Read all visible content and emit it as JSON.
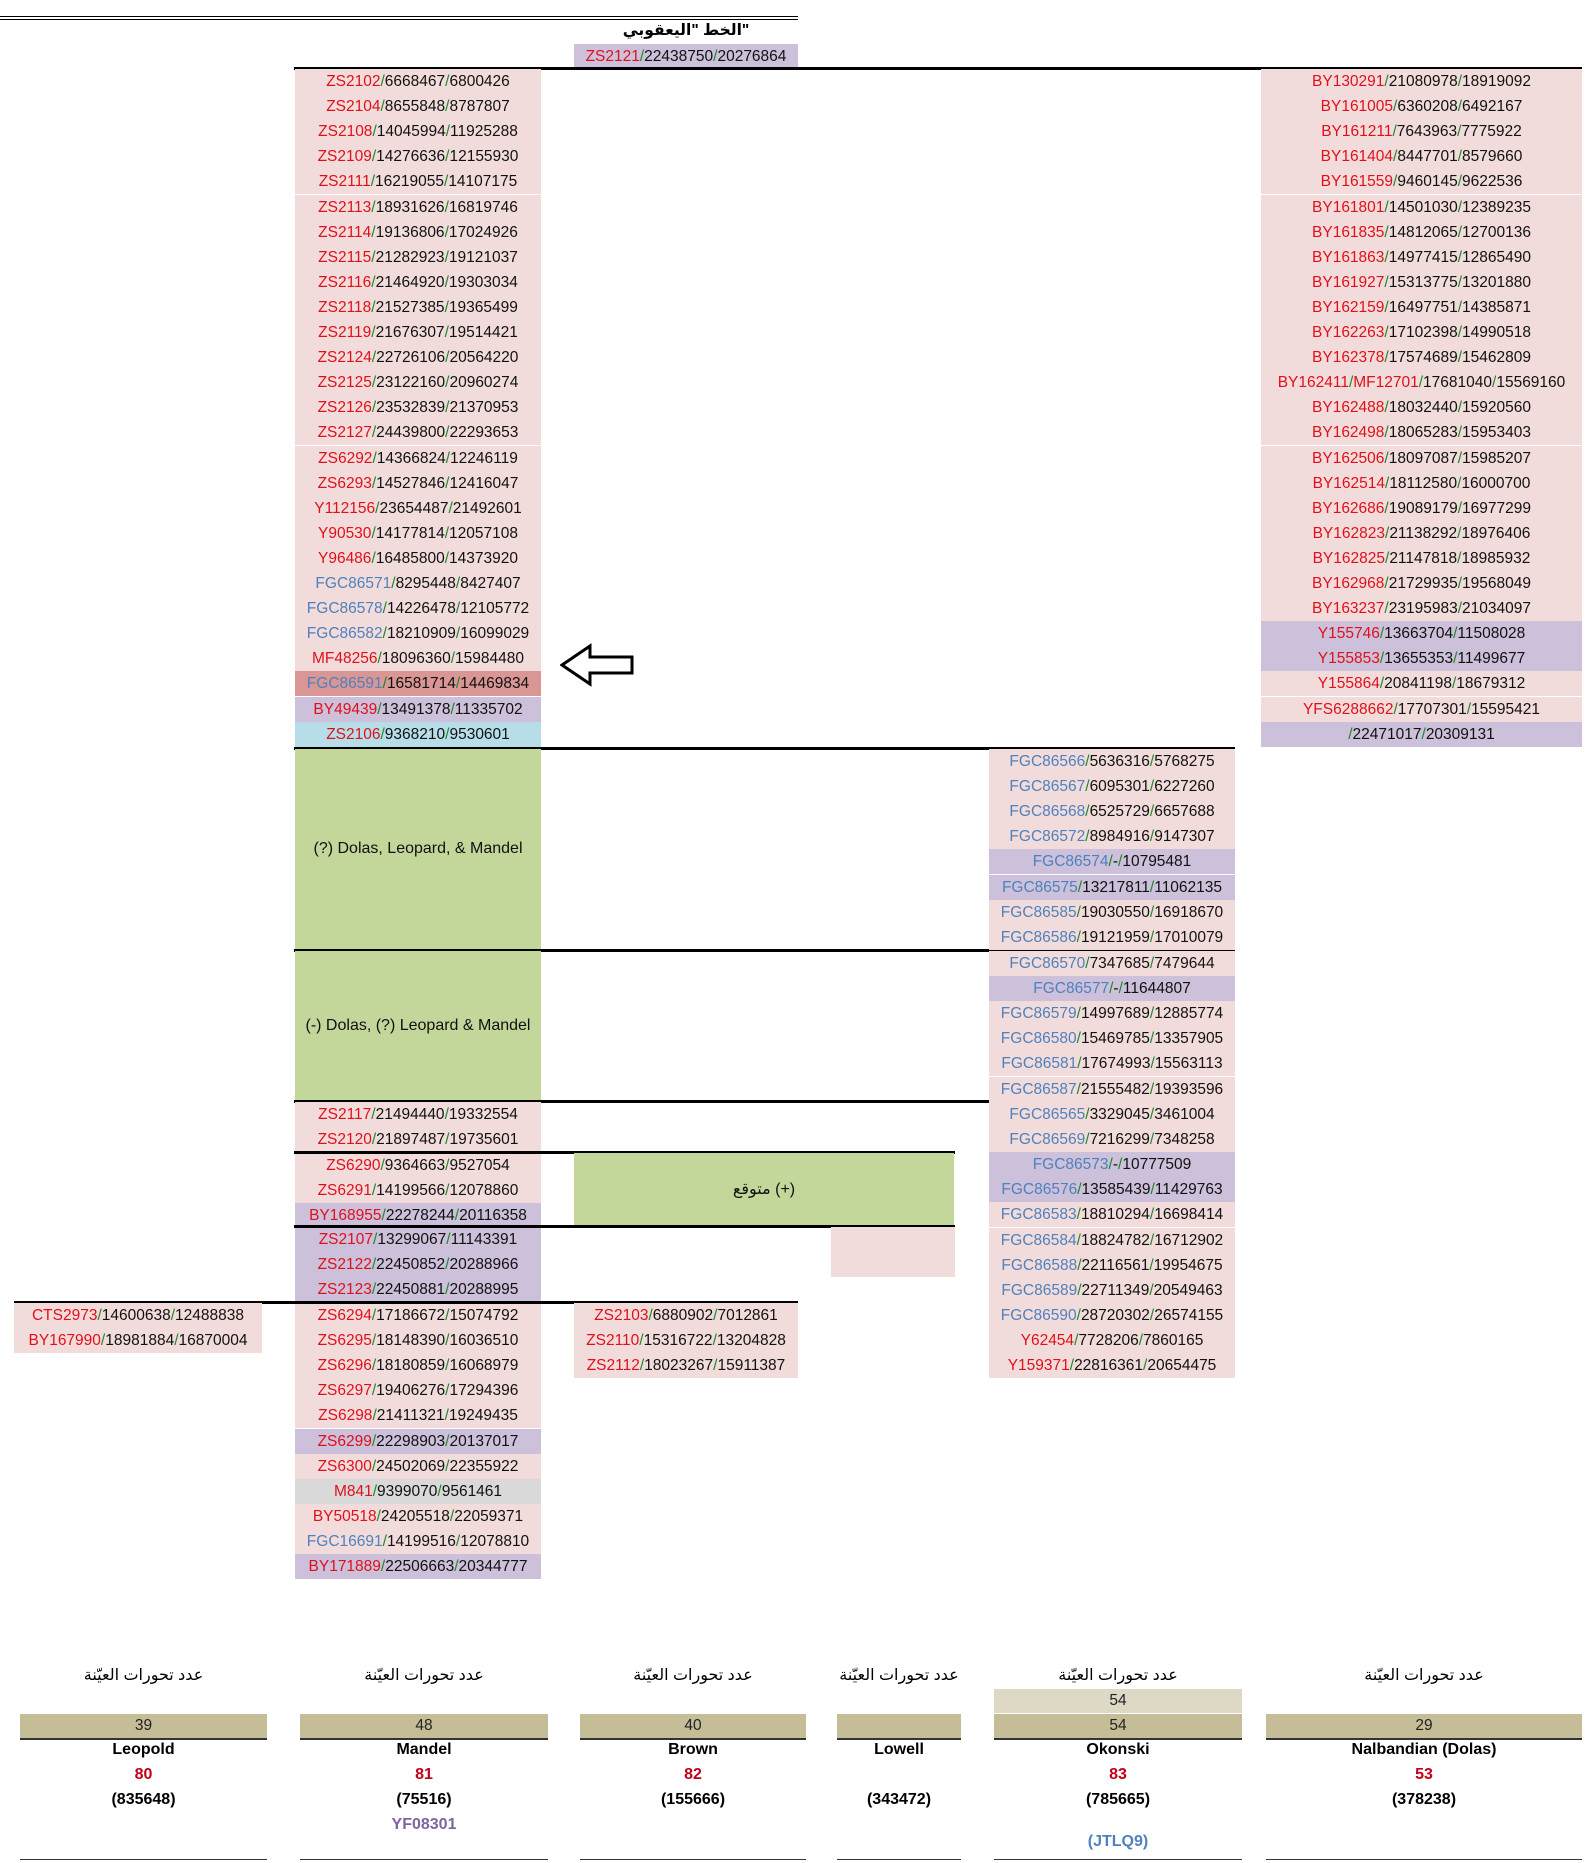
{
  "header": {
    "title": "الخط \"اليعقوبي\"",
    "top_snp": "ZS2121/22438750/20276864"
  },
  "columns": {
    "mandel_top": [
      {
        "t": "ZS2102/6668467/6800426",
        "c": "red",
        "bg": "pink"
      },
      {
        "t": "ZS2104/8655848/8787807",
        "c": "red",
        "bg": "pink"
      },
      {
        "t": "ZS2108/14045994/11925288",
        "c": "red",
        "bg": "pink"
      },
      {
        "t": "ZS2109/14276636/12155930",
        "c": "red",
        "bg": "pink"
      },
      {
        "t": "ZS2111/16219055/14107175",
        "c": "red",
        "bg": "pink"
      },
      {
        "t": "ZS2113/18931626/16819746",
        "c": "red",
        "bg": "pink"
      },
      {
        "t": "ZS2114/19136806/17024926",
        "c": "red",
        "bg": "pink"
      },
      {
        "t": "ZS2115/21282923/19121037",
        "c": "red",
        "bg": "pink"
      },
      {
        "t": "ZS2116/21464920/19303034",
        "c": "red",
        "bg": "pink"
      },
      {
        "t": "ZS2118/21527385/19365499",
        "c": "red",
        "bg": "pink"
      },
      {
        "t": "ZS2119/21676307/19514421",
        "c": "red",
        "bg": "pink"
      },
      {
        "t": "ZS2124/22726106/20564220",
        "c": "red",
        "bg": "pink"
      },
      {
        "t": "ZS2125/23122160/20960274",
        "c": "red",
        "bg": "pink"
      },
      {
        "t": "ZS2126/23532839/21370953",
        "c": "red",
        "bg": "pink"
      },
      {
        "t": "ZS2127/24439800/22293653",
        "c": "red",
        "bg": "pink"
      },
      {
        "t": "ZS6292/14366824/12246119",
        "c": "red",
        "bg": "pink"
      },
      {
        "t": "ZS6293/14527846/12416047",
        "c": "red",
        "bg": "pink"
      },
      {
        "t": "Y112156/23654487/21492601",
        "c": "red",
        "bg": "pink"
      },
      {
        "t": "Y90530/14177814/12057108",
        "c": "red",
        "bg": "pink"
      },
      {
        "t": "Y96486/16485800/14373920",
        "c": "red",
        "bg": "pink"
      },
      {
        "t": "FGC86571/8295448/8427407",
        "c": "blue",
        "bg": "pink"
      },
      {
        "t": "FGC86578/14226478/12105772",
        "c": "blue",
        "bg": "pink"
      },
      {
        "t": "FGC86582/18210909/16099029",
        "c": "blue",
        "bg": "pink"
      },
      {
        "t": "MF48256/18096360/15984480",
        "c": "red",
        "bg": "pink"
      },
      {
        "t": "FGC86591/16581714/14469834",
        "c": "blue",
        "bg": "salmon"
      },
      {
        "t": "BY49439/13491378/11335702",
        "c": "red",
        "bg": "purple"
      },
      {
        "t": "ZS2106/9368210/9530601",
        "c": "red",
        "bg": "teal"
      }
    ],
    "mandel_mid": [
      {
        "t": "ZS2117/21494440/19332554",
        "c": "red",
        "bg": "pink"
      },
      {
        "t": "ZS2120/21897487/19735601",
        "c": "red",
        "bg": "pink"
      },
      {
        "t": "ZS6290/9364663/9527054",
        "c": "red",
        "bg": "pink"
      },
      {
        "t": "ZS6291/14199566/12078860",
        "c": "red",
        "bg": "pink"
      },
      {
        "t": "BY168955/22278244/20116358",
        "c": "red",
        "bg": "purple"
      },
      {
        "t": "ZS2107/13299067/11143391",
        "c": "red",
        "bg": "purple"
      },
      {
        "t": "ZS2122/22450852/20288966",
        "c": "red",
        "bg": "purple"
      },
      {
        "t": "ZS2123/22450881/20288995",
        "c": "red",
        "bg": "purple"
      },
      {
        "t": "ZS6294/17186672/15074792",
        "c": "red",
        "bg": "pink"
      },
      {
        "t": "ZS6295/18148390/16036510",
        "c": "red",
        "bg": "pink"
      },
      {
        "t": "ZS6296/18180859/16068979",
        "c": "red",
        "bg": "pink"
      },
      {
        "t": "ZS6297/19406276/17294396",
        "c": "red",
        "bg": "pink"
      },
      {
        "t": "ZS6298/21411321/19249435",
        "c": "red",
        "bg": "pink"
      },
      {
        "t": "ZS6299/22298903/20137017",
        "c": "red",
        "bg": "purple"
      },
      {
        "t": "ZS6300/24502069/22355922",
        "c": "red",
        "bg": "pink"
      },
      {
        "t": "M841/9399070/9561461",
        "c": "red",
        "bg": "grey"
      },
      {
        "t": "BY50518/24205518/22059371",
        "c": "red",
        "bg": "pink"
      },
      {
        "t": "FGC16691/14199516/12078810",
        "c": "blue",
        "bg": "pink"
      },
      {
        "t": "BY171889/22506663/20344777",
        "c": "red",
        "bg": "purple"
      }
    ],
    "nalbandian": [
      {
        "t": "BY130291/21080978/18919092",
        "c": "red",
        "bg": "pink"
      },
      {
        "t": "BY161005/6360208/6492167",
        "c": "red",
        "bg": "pink"
      },
      {
        "t": "BY161211/7643963/7775922",
        "c": "red",
        "bg": "pink"
      },
      {
        "t": "BY161404/8447701/8579660",
        "c": "red",
        "bg": "pink"
      },
      {
        "t": "BY161559/9460145/9622536",
        "c": "red",
        "bg": "pink"
      },
      {
        "t": "BY161801/14501030/12389235",
        "c": "red",
        "bg": "pink"
      },
      {
        "t": "BY161835/14812065/12700136",
        "c": "red",
        "bg": "pink"
      },
      {
        "t": "BY161863/14977415/12865490",
        "c": "red",
        "bg": "pink"
      },
      {
        "t": "BY161927/15313775/13201880",
        "c": "red",
        "bg": "pink"
      },
      {
        "t": "BY162159/16497751/14385871",
        "c": "red",
        "bg": "pink"
      },
      {
        "t": "BY162263/17102398/14990518",
        "c": "red",
        "bg": "pink"
      },
      {
        "t": "BY162378/17574689/15462809",
        "c": "red",
        "bg": "pink"
      },
      {
        "t": "BY162411/MF12701/17681040/15569160",
        "c": "red",
        "bg": "pink",
        "two": true
      },
      {
        "t": "BY162488/18032440/15920560",
        "c": "red",
        "bg": "pink"
      },
      {
        "t": "BY162498/18065283/15953403",
        "c": "red",
        "bg": "pink"
      },
      {
        "t": "BY162506/18097087/15985207",
        "c": "red",
        "bg": "pink"
      },
      {
        "t": "BY162514/18112580/16000700",
        "c": "red",
        "bg": "pink"
      },
      {
        "t": "BY162686/19089179/16977299",
        "c": "red",
        "bg": "pink"
      },
      {
        "t": "BY162823/21138292/18976406",
        "c": "red",
        "bg": "pink"
      },
      {
        "t": "BY162825/21147818/18985932",
        "c": "red",
        "bg": "pink"
      },
      {
        "t": "BY162968/21729935/19568049",
        "c": "red",
        "bg": "pink"
      },
      {
        "t": "BY163237/23195983/21034097",
        "c": "red",
        "bg": "pink"
      },
      {
        "t": "Y155746/13663704/11508028",
        "c": "red",
        "bg": "purple"
      },
      {
        "t": "Y155853/13655353/11499677",
        "c": "red",
        "bg": "purple"
      },
      {
        "t": "Y155864/20841198/18679312",
        "c": "red",
        "bg": "pink"
      },
      {
        "t": "YFS6288662/17707301/15595421",
        "c": "red",
        "bg": "pink"
      },
      {
        "t": "/22471017/20309131",
        "c": "red",
        "bg": "purple"
      }
    ],
    "okonski": [
      {
        "t": "FGC86566/5636316/5768275",
        "c": "blue",
        "bg": "pink"
      },
      {
        "t": "FGC86567/6095301/6227260",
        "c": "blue",
        "bg": "pink"
      },
      {
        "t": "FGC86568/6525729/6657688",
        "c": "blue",
        "bg": "pink"
      },
      {
        "t": "FGC86572/8984916/9147307",
        "c": "blue",
        "bg": "pink"
      },
      {
        "t": "FGC86574/-/10795481",
        "c": "blue",
        "bg": "purple"
      },
      {
        "t": "FGC86575/13217811/11062135",
        "c": "blue",
        "bg": "purple"
      },
      {
        "t": "FGC86585/19030550/16918670",
        "c": "blue",
        "bg": "pink"
      },
      {
        "t": "FGC86586/19121959/17010079",
        "c": "blue",
        "bg": "pink"
      },
      {
        "t": "FGC86570/7347685/7479644",
        "c": "blue",
        "bg": "pink"
      },
      {
        "t": "FGC86577/-/11644807",
        "c": "blue",
        "bg": "purple"
      },
      {
        "t": "FGC86579/14997689/12885774",
        "c": "blue",
        "bg": "pink"
      },
      {
        "t": "FGC86580/15469785/13357905",
        "c": "blue",
        "bg": "pink"
      },
      {
        "t": "FGC86581/17674993/15563113",
        "c": "blue",
        "bg": "pink"
      },
      {
        "t": "FGC86587/21555482/19393596",
        "c": "blue",
        "bg": "pink"
      },
      {
        "t": "FGC86565/3329045/3461004",
        "c": "blue",
        "bg": "pink"
      },
      {
        "t": "FGC86569/7216299/7348258",
        "c": "blue",
        "bg": "pink"
      },
      {
        "t": "FGC86573/-/10777509",
        "c": "blue",
        "bg": "purple"
      },
      {
        "t": "FGC86576/13585439/11429763",
        "c": "blue",
        "bg": "purple"
      },
      {
        "t": "FGC86583/18810294/16698414",
        "c": "blue",
        "bg": "pink"
      },
      {
        "t": "FGC86584/18824782/16712902",
        "c": "blue",
        "bg": "pink"
      },
      {
        "t": "FGC86588/22116561/19954675",
        "c": "blue",
        "bg": "pink"
      },
      {
        "t": "FGC86589/22711349/20549463",
        "c": "blue",
        "bg": "pink"
      },
      {
        "t": "FGC86590/28720302/26574155",
        "c": "blue",
        "bg": "pink"
      },
      {
        "t": "Y62454/7728206/7860165",
        "c": "red",
        "bg": "pink"
      },
      {
        "t": "Y159371/22816361/20654475",
        "c": "red",
        "bg": "pink"
      }
    ],
    "leopold": [
      {
        "t": "CTS2973/14600638/12488838",
        "c": "red",
        "bg": "pink"
      },
      {
        "t": "BY167990/18981884/16870004",
        "c": "red",
        "bg": "pink"
      }
    ],
    "brown": [
      {
        "t": "ZS2103/6880902/7012861",
        "c": "red",
        "bg": "pink"
      },
      {
        "t": "ZS2110/15316722/13204828",
        "c": "red",
        "bg": "pink"
      },
      {
        "t": "ZS2112/18023267/15911387",
        "c": "red",
        "bg": "pink"
      }
    ]
  },
  "blocks": {
    "block1": "(?) Dolas, Leopard, & Mandel",
    "block2": "(-) Dolas, (?) Leopard & Mandel",
    "block3": "متوقع (+)"
  },
  "footer": {
    "count_label": "عدد تحورات العيّنة",
    "okonski_extra": "54",
    "cols": [
      {
        "count": "39",
        "name": "Leopold",
        "num": "80",
        "kit": "(835648)",
        "extra": ""
      },
      {
        "count": "48",
        "name": "Mandel",
        "num": "81",
        "kit": "(75516)",
        "extra": "YF08301"
      },
      {
        "count": "40",
        "name": "Brown",
        "num": "82",
        "kit": "(155666)",
        "extra": ""
      },
      {
        "count": "",
        "name": "Lowell",
        "num": "",
        "kit": "(343472)",
        "extra": ""
      },
      {
        "count": "54",
        "name": "Okonski",
        "num": "83",
        "kit": "(785665)",
        "extra": ""
      },
      {
        "count": "29",
        "name": "Nalbandian (Dolas)",
        "num": "53",
        "kit": "(378238)",
        "extra": ""
      }
    ],
    "okonski_tag": "(JTLQ9)"
  },
  "icons": {
    "arrow": "left-arrow-icon"
  }
}
